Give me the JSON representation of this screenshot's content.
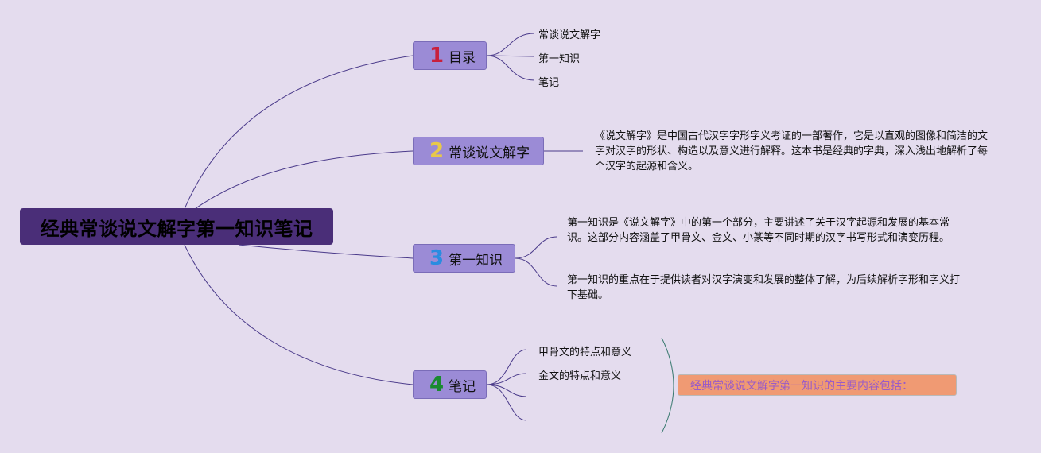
{
  "root": {
    "label": "经典常谈说文解字第一知识笔记"
  },
  "branches": [
    {
      "num": "1",
      "num_color": "#c8203c",
      "label": "目录",
      "children": [
        "常谈说文解字",
        "第一知识",
        "笔记"
      ]
    },
    {
      "num": "2",
      "num_color": "#e8c84a",
      "label": "常谈说文解字",
      "paragraphs": [
        "《说文解字》是中国古代汉字字形字义考证的一部著作，它是以直观的图像和简洁的文字对汉字的形状、构造以及意义进行解释。这本书是经典的字典，深入浅出地解析了每个汉字的起源和含义。"
      ]
    },
    {
      "num": "3",
      "num_color": "#2a8ce0",
      "label": "第一知识",
      "paragraphs": [
        "第一知识是《说文解字》中的第一个部分，主要讲述了关于汉字起源和发展的基本常识。这部分内容涵盖了甲骨文、金文、小篆等不同时期的汉字书写形式和演变历程。",
        "第一知识的重点在于提供读者对汉字演变和发展的整体了解，为后续解析字形和字义打下基础。"
      ]
    },
    {
      "num": "4",
      "num_color": "#1a8a30",
      "label": "笔记",
      "children": [
        "甲骨文的特点和意义",
        "金文的特点和意义",
        "",
        ""
      ]
    }
  ],
  "summary": {
    "label": "经典常谈说文解字第一知识的主要内容包括："
  },
  "colors": {
    "background": "#e4dcee",
    "root": "#4a2e78",
    "node": "#9b8bd6",
    "line": "#4a3a8a",
    "summary": "#f09a73"
  }
}
